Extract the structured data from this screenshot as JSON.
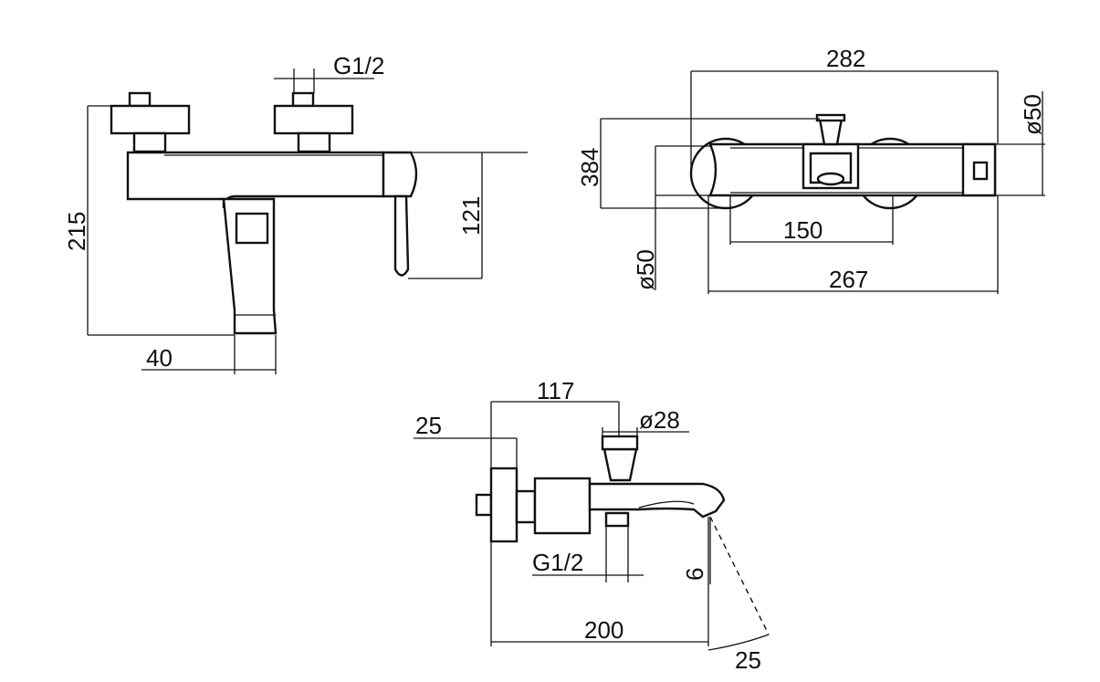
{
  "drawing": {
    "front_view": {
      "dims": {
        "thread": "G1/2",
        "height": "215",
        "outlet_height": "121",
        "depth": "40"
      }
    },
    "top_view": {
      "dims": {
        "total_width": "282",
        "depth": "384",
        "body_diameter": "ø50",
        "center_distance": "150",
        "escutcheon_diameter": "ø50",
        "body_length": "267"
      }
    },
    "side_view": {
      "dims": {
        "spout_offset": "117",
        "knob_diameter": "ø28",
        "wall_offset": "25",
        "thread": "G1/2",
        "outlet_gap": "6",
        "projection": "200",
        "angle": "25"
      }
    },
    "colors": {
      "line": "#111111",
      "background": "#ffffff"
    }
  }
}
